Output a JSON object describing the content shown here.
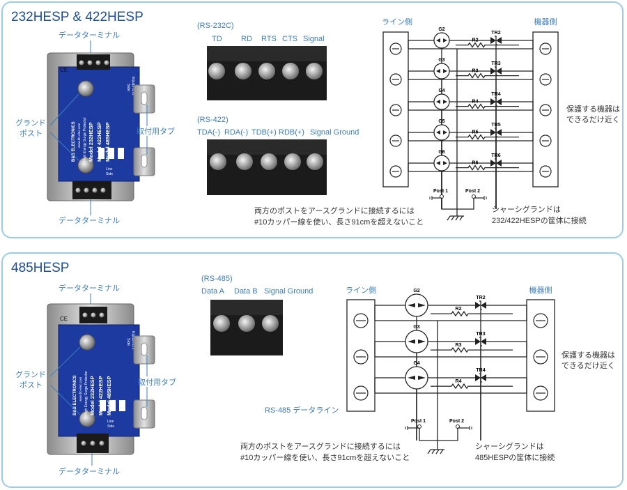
{
  "section1": {
    "title": "232HESP & 422HESP",
    "device": {
      "terminal_top": "データターミナル",
      "terminal_bottom": "データターミナル",
      "ground_post": [
        "グランド",
        "ポスト"
      ],
      "mount_tab": "取付用タブ",
      "equip_side": [
        "Equipment",
        "Side"
      ],
      "line_side": [
        "Line",
        "Side"
      ],
      "brand": "B&B ELECTRONICS",
      "product": "High Energy Surge Protector",
      "url": "www.bb-elec.com",
      "models": [
        "Model 232HESP",
        "Model 422HESP",
        "Model 485HESP"
      ],
      "ce": "CE"
    },
    "rs232": {
      "title": "(RS-232C)",
      "labels": [
        "TD",
        "RD",
        "RTS",
        "CTS",
        "Signal"
      ]
    },
    "rs422": {
      "title": "(RS-422)",
      "labels": [
        "TDA(-)",
        "RDA(-)",
        "TDB(+)",
        "RDB(+)",
        "Signal Ground"
      ]
    },
    "schematic": {
      "line_side": "ライン側",
      "equip_side": "機器側",
      "gas_tubes": [
        "G2",
        "G3",
        "G4",
        "G5",
        "G6"
      ],
      "tvs": [
        "TR2",
        "TR3",
        "TR4",
        "TR5",
        "TR6"
      ],
      "resistors": [
        "R2",
        "R3",
        "R4",
        "R5",
        "R6"
      ],
      "post1": "Post 1",
      "post2": "Post 2",
      "protect_note": [
        "保護する機器は",
        "できるだけ近く"
      ],
      "ground_note": [
        "両方のポストをアースグランドに接続するには",
        "#10カッパー線を使い、長さ91cmを超えないこと"
      ],
      "chassis_note": [
        "シャーシグランドは",
        "232/422HESPの筐体に接続"
      ]
    }
  },
  "section2": {
    "title": "485HESP",
    "device": {
      "terminal_top": "データターミナル",
      "terminal_bottom": "データターミナル",
      "ground_post": [
        "グランド",
        "ポスト"
      ],
      "mount_tab": "取付用タブ",
      "equip_side": [
        "Equipment",
        "Side"
      ],
      "line_side": [
        "Line",
        "Side"
      ],
      "brand": "B&B ELECTRONICS",
      "product": "High Energy Surge Protector",
      "url": "www.bb-elec.com",
      "models": [
        "Model 232HESP",
        "Model 422HESP",
        "Model 485HESP"
      ],
      "ce": "CE"
    },
    "rs485": {
      "title": "(RS-485)",
      "labels": [
        "Data A",
        "Data B",
        "Signal Ground"
      ]
    },
    "schematic": {
      "line_side": "ライン側",
      "equip_side": "機器側",
      "gas_tubes": [
        "G2",
        "G3",
        "G4"
      ],
      "tvs": [
        "TR2",
        "TR3",
        "TR4"
      ],
      "resistors": [
        "R2",
        "R3",
        "R4"
      ],
      "post1": "Post 1",
      "post2": "Post 2",
      "data_line": "RS-485 データライン",
      "protect_note": [
        "保護する機器は",
        "できるだけ近く"
      ],
      "ground_note": [
        "両方のポストをアースグランドに接続するには",
        "#10カッパー線を使い、長さ91cmを超えないこと"
      ],
      "chassis_note": [
        "シャーシグランドは",
        "485HESPの筐体に接続"
      ]
    }
  },
  "colors": {
    "accent": "#3a7ebf",
    "title": "#1e4f95",
    "border": "#9ccbe6",
    "device_blue": "#1c3aa0"
  }
}
